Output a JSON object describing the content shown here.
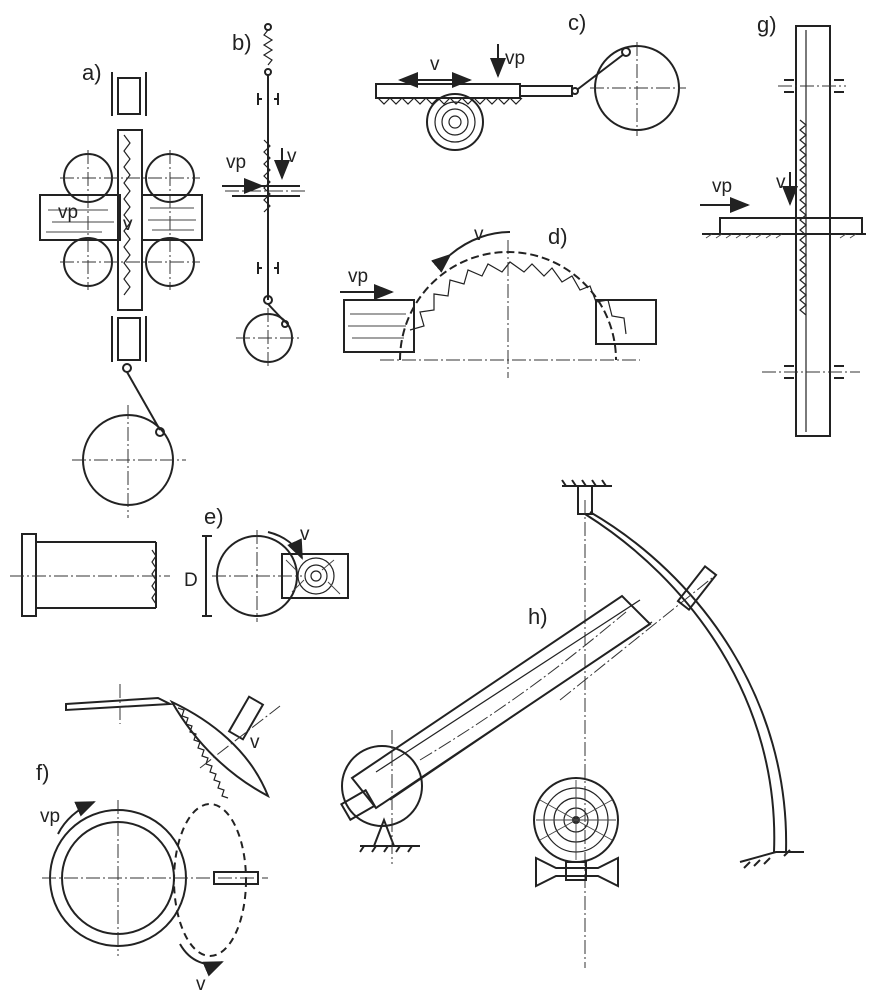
{
  "diagram": {
    "labels": {
      "a": "a)",
      "b": "b)",
      "c": "c)",
      "d": "d)",
      "e": "e)",
      "f": "f)",
      "g": "g)",
      "h": "h)"
    },
    "symbols": {
      "feed_speed": "vp",
      "cut_speed": "v",
      "diameter": "D"
    }
  }
}
